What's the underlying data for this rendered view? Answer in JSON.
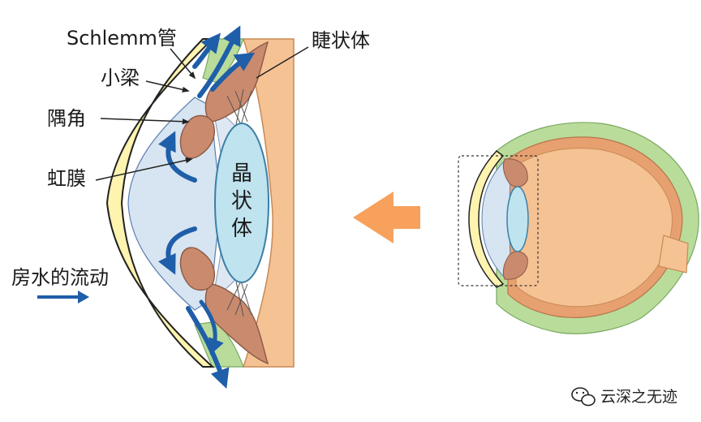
{
  "labels": {
    "schlemm": "Schlemm管",
    "trabecular": "小梁",
    "angle": "隅角",
    "iris": "虹膜",
    "ciliary": "睫状体",
    "lens": [
      "晶",
      "状",
      "体"
    ],
    "legend": "房水的流动"
  },
  "watermark": "云深之无迹",
  "colors": {
    "sclera": "#f5c294",
    "sclera_edge": "#c88a55",
    "cornea": "#fff3b0",
    "anterior_chamber": "#d7e4f1",
    "aqueous_edge": "#5a7fb0",
    "iris": "#c98a6e",
    "iris_edge": "#8c5a45",
    "conjunctiva": "#b9dc9b",
    "lens": "#bfe3ef",
    "lens_edge": "#3c7fa5",
    "flow_arrow": "#1f5ea8",
    "pointer_arrow": "#f7a15c"
  }
}
